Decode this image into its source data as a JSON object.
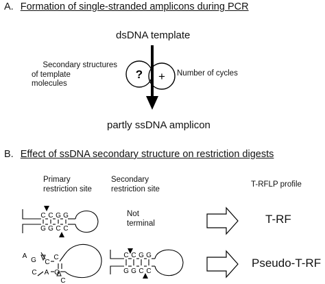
{
  "section_a": {
    "letter": "A.",
    "title": "Formation of single-stranded amplicons during PCR",
    "start": "dsDNA template",
    "left_label_line1": "Secondary structures",
    "left_label_line2": "of template",
    "left_label_line3": "molecules",
    "left_symbol": "?",
    "right_symbol": "+",
    "right_label": "Number of cycles",
    "end": "partly ssDNA amplicon"
  },
  "section_b": {
    "letter": "B.",
    "title": "Effect of ssDNA secondary structure on restriction digests",
    "col1_line1": "Primary",
    "col1_line2": "restriction site",
    "col2_line1": "Secondary",
    "col2_line2": "restriction site",
    "col3": "T-RFLP profile",
    "row1_middle_line1": "Not",
    "row1_middle_line2": "terminal",
    "row1_result": "T-RF",
    "row2_result": "Pseudo-T-RF",
    "bases": {
      "c": "C",
      "g": "G",
      "a": "A"
    }
  }
}
